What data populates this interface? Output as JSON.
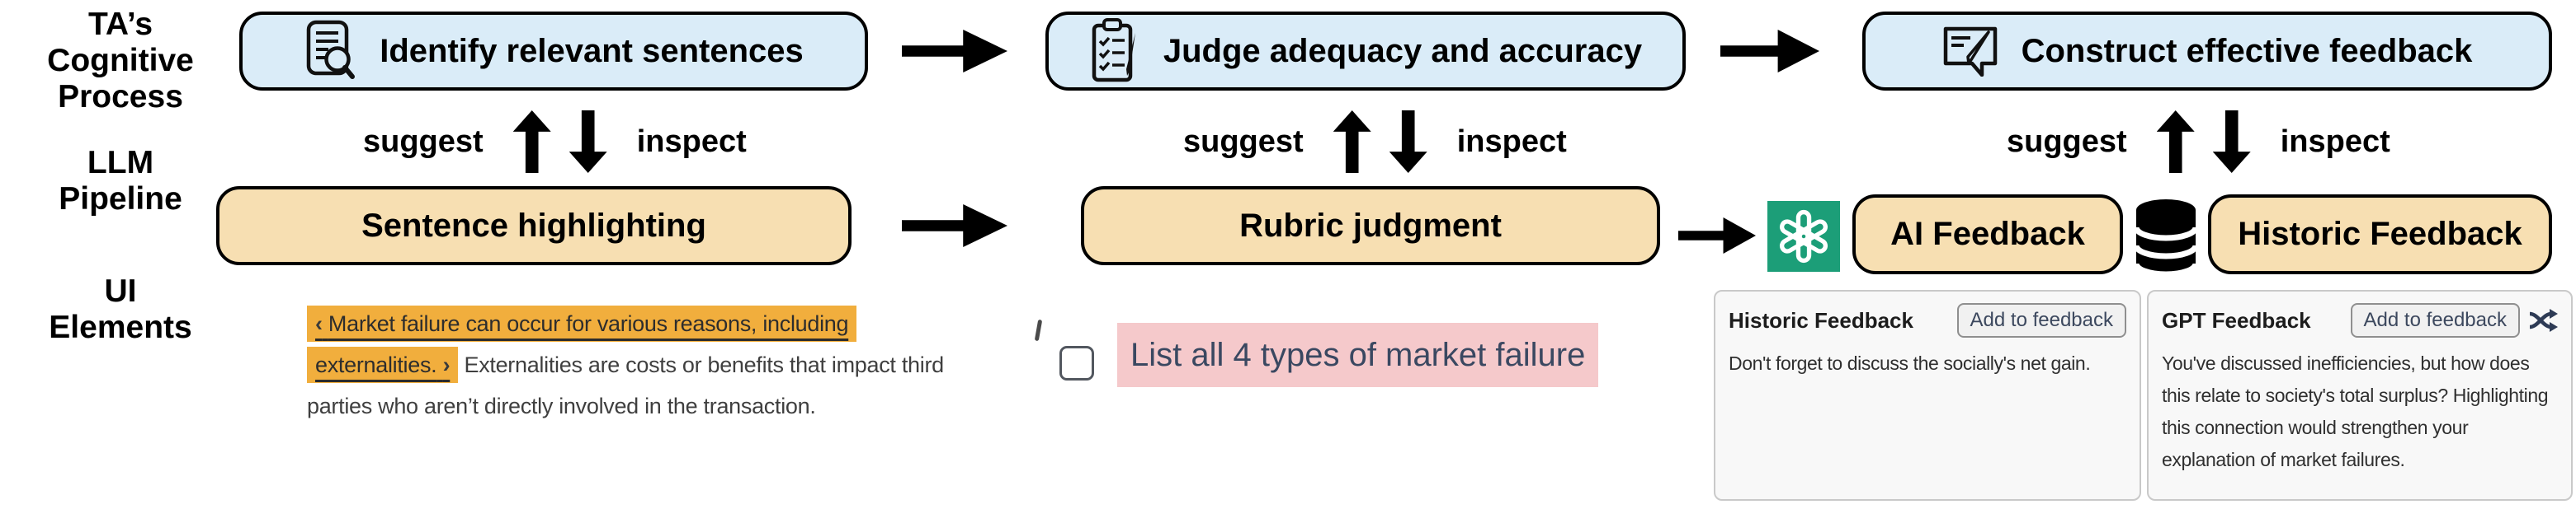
{
  "figure": {
    "row_labels": {
      "cognitive": "TA’s\nCognitive\nProcess",
      "pipeline": "LLM\nPipeline",
      "ui": "UI\nElements"
    },
    "connector": {
      "suggest": "suggest",
      "inspect": "inspect"
    },
    "cognitive_boxes": [
      {
        "label": "Identify relevant sentences",
        "icon": "document-search-icon"
      },
      {
        "label": "Judge adequacy and accuracy",
        "icon": "clipboard-checklist-icon"
      },
      {
        "label": "Construct effective feedback",
        "icon": "feedback-compose-icon"
      }
    ],
    "pipeline_boxes": [
      {
        "label": "Sentence highlighting"
      },
      {
        "label": "Rubric judgment"
      },
      {
        "label": "AI Feedback"
      },
      {
        "label": "Historic Feedback"
      }
    ],
    "pipeline_icons": {
      "gpt": "openai-logo-icon",
      "database": "database-icon"
    }
  },
  "ui": {
    "essay": {
      "open_handle": "‹",
      "highlighted": "Market failure can occur for various reasons, including externalities.",
      "close_handle": "›",
      "rest": "Externalities are costs or benefits that impact third parties who aren’t directly involved in the transaction."
    },
    "rubric": {
      "label": "List all 4 types of market failure",
      "checked": false
    },
    "historic_card": {
      "title": "Historic Feedback",
      "button": "Add to feedback",
      "body": "Don't forget to discuss the socially's net gain."
    },
    "gpt_card": {
      "title": "GPT Feedback",
      "button": "Add to feedback",
      "body": "You've discussed inefficiencies, but how does this relate to society's total surplus? Highlighting this connection would strengthen your explanation of market failures."
    }
  },
  "colors": {
    "cognitive_box": "#daecf8",
    "pipeline_box": "#f7dfb2",
    "sentence_highlight": "#f1ae3d",
    "rubric_highlight": "#f5c9cb",
    "rubric_text": "#3a4861",
    "openai_green": "#1c9e78"
  }
}
